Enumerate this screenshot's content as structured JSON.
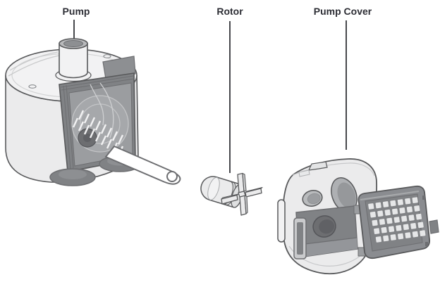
{
  "diagram": {
    "background": "#ffffff",
    "parts": [
      {
        "id": "pump",
        "label": "Pump",
        "icon": "pump-illustration"
      },
      {
        "id": "rotor",
        "label": "Rotor",
        "icon": "rotor-illustration"
      },
      {
        "id": "pump-cover",
        "label": "Pump Cover",
        "icon": "pump-cover-illustration"
      }
    ],
    "colors": {
      "background": "#ffffff",
      "label_text": "#2d2e35",
      "leader_line": "#47484c",
      "outline": "#58595b",
      "outline_dark": "#6d6e71",
      "fill_lighter": "#f2f2f3",
      "fill_light": "#ebebec",
      "fill_mid": "#9b9da0",
      "fill_dark": "#808285",
      "fill_darker": "#6d6e71",
      "slot_light": "#e8e9ea",
      "white": "#ffffff"
    }
  }
}
